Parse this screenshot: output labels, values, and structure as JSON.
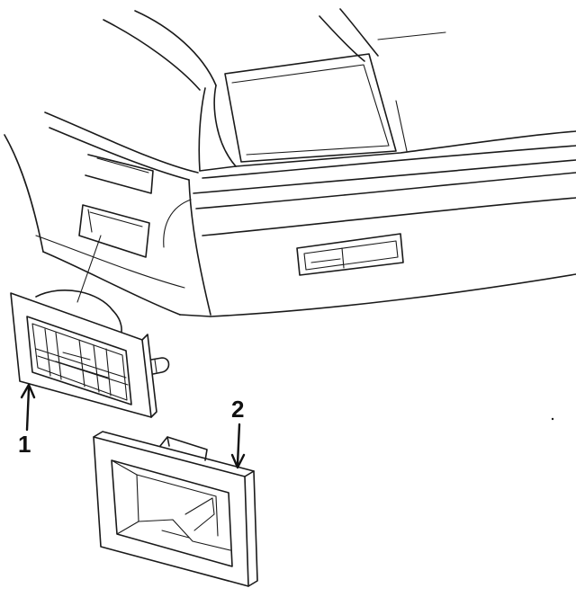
{
  "callouts": [
    {
      "label": "1",
      "part": "side-marker-lamp"
    },
    {
      "label": "2",
      "part": "lamp-housing"
    }
  ],
  "colors": {
    "line": "#1a1a1a",
    "background": "#ffffff"
  }
}
